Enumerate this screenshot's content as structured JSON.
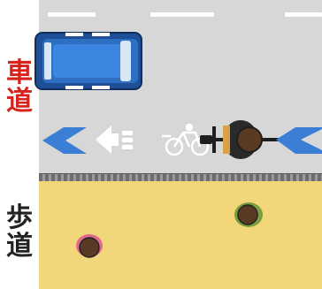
{
  "labels": {
    "road": [
      "車",
      "道"
    ],
    "sidewalk": [
      "歩",
      "道"
    ]
  },
  "colors": {
    "road_label": "#d8221c",
    "sidewalk_label": "#222222",
    "road_surface": "#d7d7d7",
    "sidewalk_surface": "#f2d67a",
    "bicycle_lane_arrow": "#3a7fd5",
    "car_body": "#2f6fc2"
  },
  "icons": {
    "car": "car-icon",
    "cyclist": "cyclist-icon",
    "bicycle_marking": "bicycle-marking-icon",
    "direction_arrow": "arrow-left-icon",
    "pedestrian": "pedestrian-icon"
  }
}
